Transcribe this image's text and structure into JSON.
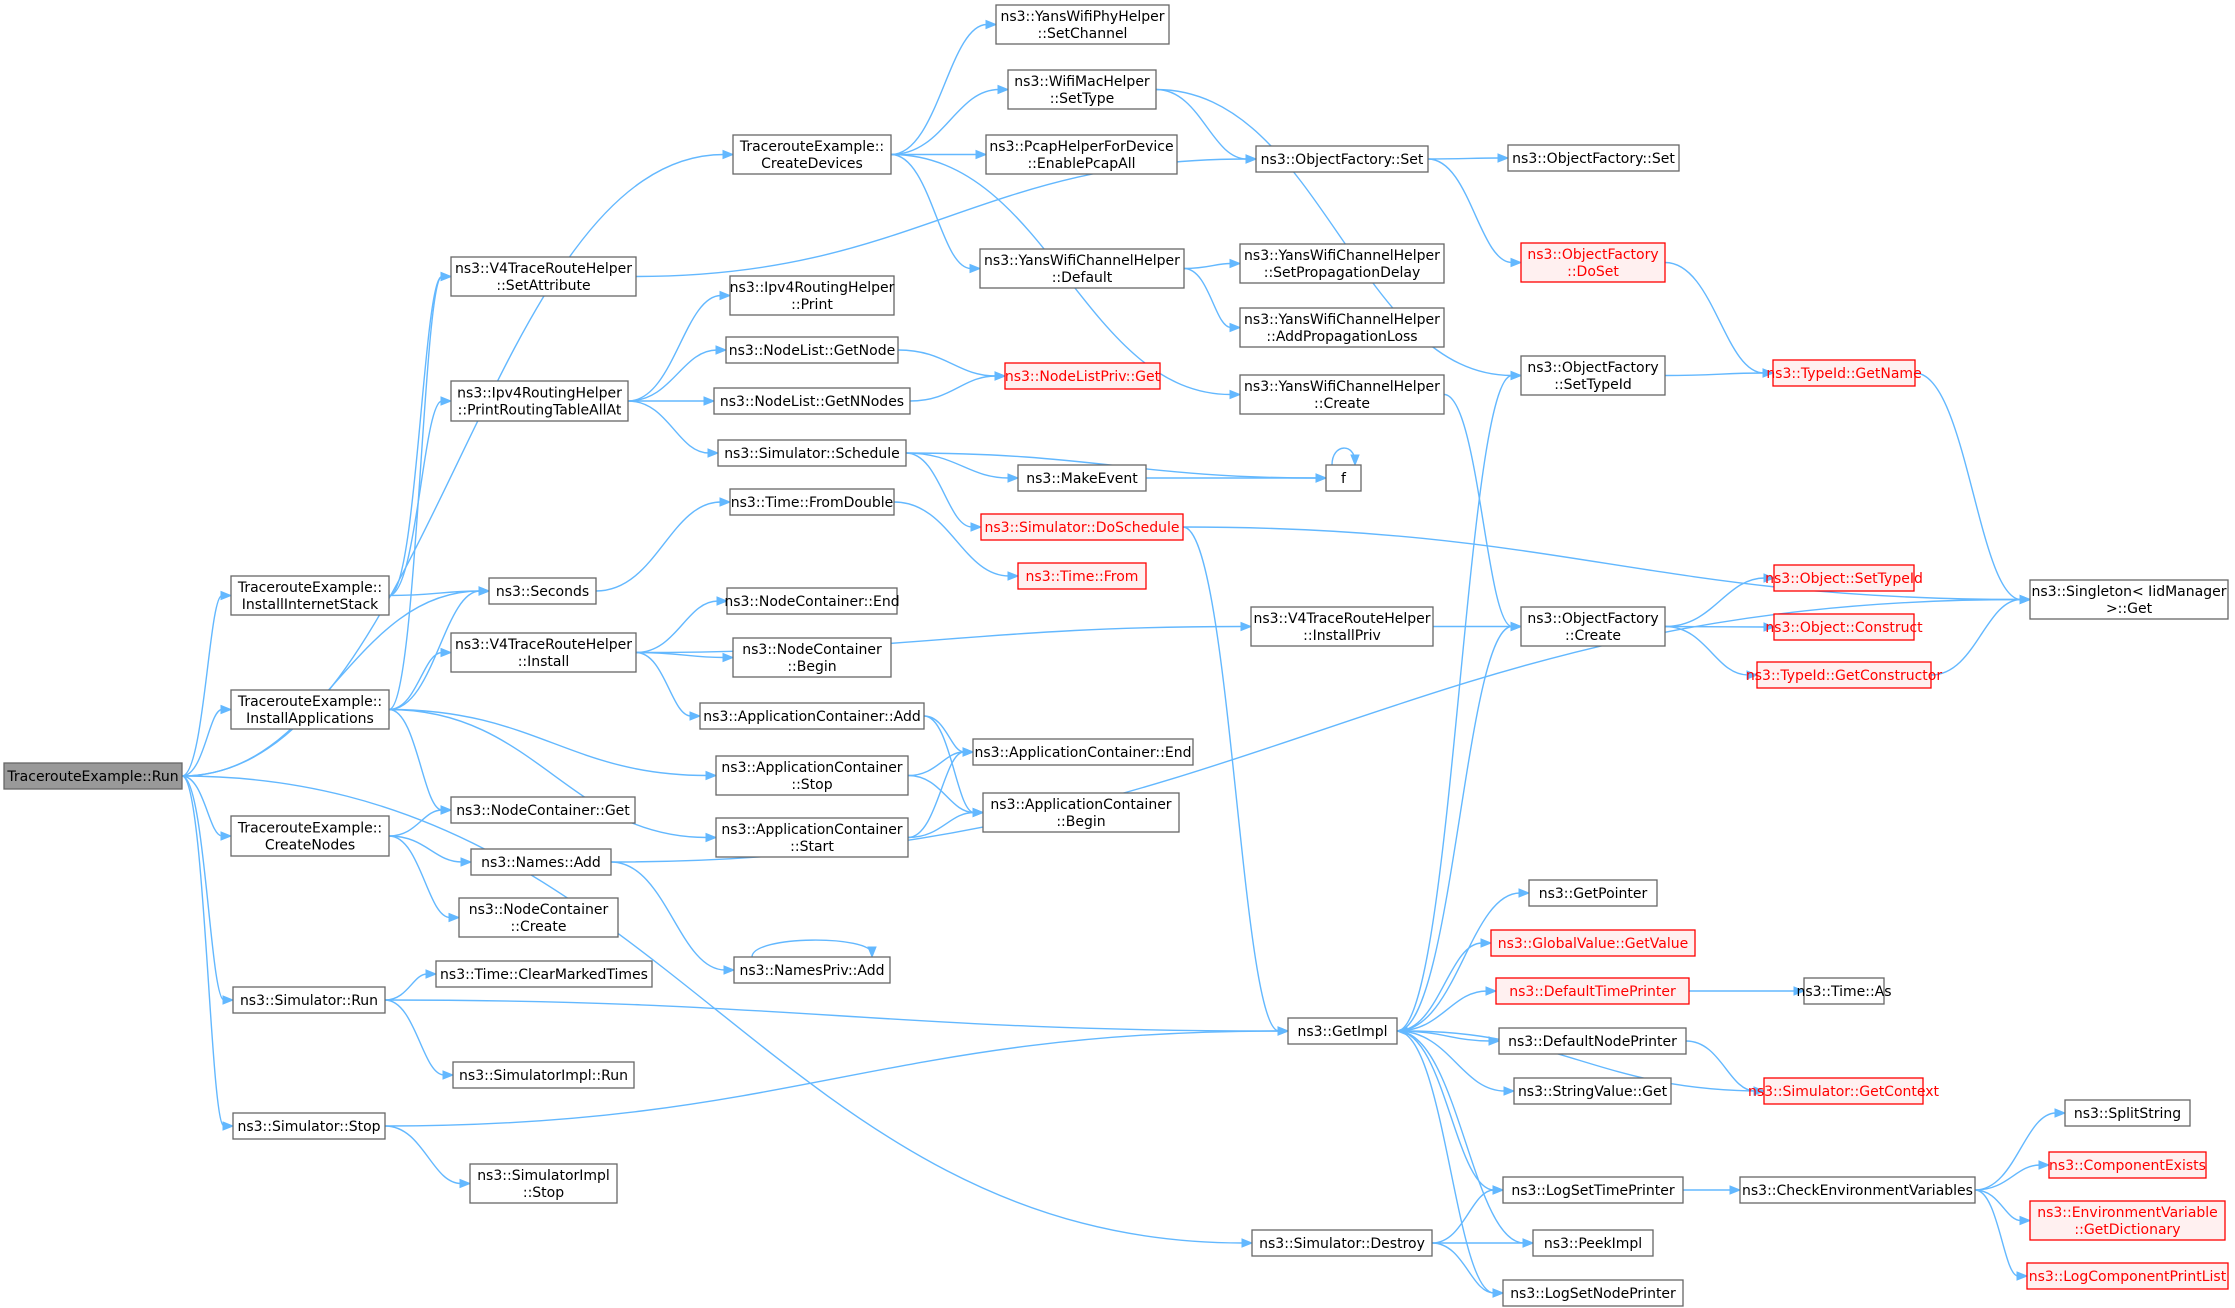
{
  "colors": {
    "edge": "#63b8ff",
    "node_border": "#666666",
    "node_fill": "#ffffff",
    "root_fill": "#999999",
    "truncated_border": "#ff0000",
    "truncated_fill": "#fff0f0",
    "text": "#000000",
    "truncated_text": "#ff0000"
  },
  "nodes": [
    {
      "id": "run",
      "lines": [
        "TracerouteExample::Run"
      ],
      "style": "root"
    },
    {
      "id": "createDevices",
      "lines": [
        "TracerouteExample::",
        "CreateDevices"
      ],
      "style": "normal"
    },
    {
      "id": "installInternetStack",
      "lines": [
        "TracerouteExample::",
        "InstallInternetStack"
      ],
      "style": "normal"
    },
    {
      "id": "installApplications",
      "lines": [
        "TracerouteExample::",
        "InstallApplications"
      ],
      "style": "normal"
    },
    {
      "id": "createNodes",
      "lines": [
        "TracerouteExample::",
        "CreateNodes"
      ],
      "style": "normal"
    },
    {
      "id": "simRun",
      "lines": [
        "ns3::Simulator::Run"
      ],
      "style": "normal"
    },
    {
      "id": "simStop",
      "lines": [
        "ns3::Simulator::Stop"
      ],
      "style": "normal"
    },
    {
      "id": "v4SetAttr",
      "lines": [
        "ns3::V4TraceRouteHelper",
        "::SetAttribute"
      ],
      "style": "normal"
    },
    {
      "id": "printRouting",
      "lines": [
        "ns3::Ipv4RoutingHelper",
        "::PrintRoutingTableAllAt"
      ],
      "style": "normal"
    },
    {
      "id": "seconds",
      "lines": [
        "ns3::Seconds"
      ],
      "style": "normal"
    },
    {
      "id": "v4Install",
      "lines": [
        "ns3::V4TraceRouteHelper",
        "::Install"
      ],
      "style": "normal"
    },
    {
      "id": "ncGet",
      "lines": [
        "ns3::NodeContainer::Get"
      ],
      "style": "normal"
    },
    {
      "id": "namesAdd",
      "lines": [
        "ns3::Names::Add"
      ],
      "style": "normal"
    },
    {
      "id": "ncCreate",
      "lines": [
        "ns3::NodeContainer",
        "::Create"
      ],
      "style": "normal"
    },
    {
      "id": "clearMarked",
      "lines": [
        "ns3::Time::ClearMarkedTimes"
      ],
      "style": "normal"
    },
    {
      "id": "simImplRun",
      "lines": [
        "ns3::SimulatorImpl::Run"
      ],
      "style": "normal"
    },
    {
      "id": "simImplStop",
      "lines": [
        "ns3::SimulatorImpl",
        "::Stop"
      ],
      "style": "normal"
    },
    {
      "id": "yansPhy",
      "lines": [
        "ns3::YansWifiPhyHelper",
        "::SetChannel"
      ],
      "style": "normal"
    },
    {
      "id": "wifiMac",
      "lines": [
        "ns3::WifiMacHelper",
        "::SetType"
      ],
      "style": "normal"
    },
    {
      "id": "pcap",
      "lines": [
        "ns3::PcapHelperForDevice",
        "::EnablePcapAll"
      ],
      "style": "normal"
    },
    {
      "id": "yansChDefault",
      "lines": [
        "ns3::YansWifiChannelHelper",
        "::Default"
      ],
      "style": "normal"
    },
    {
      "id": "ipv4Print",
      "lines": [
        "ns3::Ipv4RoutingHelper",
        "::Print"
      ],
      "style": "normal"
    },
    {
      "id": "nlGetNode",
      "lines": [
        "ns3::NodeList::GetNode"
      ],
      "style": "normal"
    },
    {
      "id": "nlGetNNodes",
      "lines": [
        "ns3::NodeList::GetNNodes"
      ],
      "style": "normal"
    },
    {
      "id": "simSchedule",
      "lines": [
        "ns3::Simulator::Schedule"
      ],
      "style": "normal"
    },
    {
      "id": "fromDouble",
      "lines": [
        "ns3::Time::FromDouble"
      ],
      "style": "normal"
    },
    {
      "id": "ncEnd",
      "lines": [
        "ns3::NodeContainer::End"
      ],
      "style": "normal"
    },
    {
      "id": "ncBegin",
      "lines": [
        "ns3::NodeContainer",
        "::Begin"
      ],
      "style": "normal"
    },
    {
      "id": "appAdd",
      "lines": [
        "ns3::ApplicationContainer::Add"
      ],
      "style": "normal"
    },
    {
      "id": "appStop",
      "lines": [
        "ns3::ApplicationContainer",
        "::Stop"
      ],
      "style": "normal"
    },
    {
      "id": "appStart",
      "lines": [
        "ns3::ApplicationContainer",
        "::Start"
      ],
      "style": "normal"
    },
    {
      "id": "namesPrivAdd",
      "lines": [
        "ns3::NamesPriv::Add"
      ],
      "style": "normal"
    },
    {
      "id": "ofSet",
      "lines": [
        "ns3::ObjectFactory::Set"
      ],
      "style": "normal"
    },
    {
      "id": "setPropDelay",
      "lines": [
        "ns3::YansWifiChannelHelper",
        "::SetPropagationDelay"
      ],
      "style": "normal"
    },
    {
      "id": "addPropLoss",
      "lines": [
        "ns3::YansWifiChannelHelper",
        "::AddPropagationLoss"
      ],
      "style": "normal"
    },
    {
      "id": "yansChCreate",
      "lines": [
        "ns3::YansWifiChannelHelper",
        "::Create"
      ],
      "style": "normal"
    },
    {
      "id": "nlPrivGet",
      "lines": [
        "ns3::NodeListPriv::Get"
      ],
      "style": "truncated"
    },
    {
      "id": "makeEvent",
      "lines": [
        "ns3::MakeEvent"
      ],
      "style": "normal"
    },
    {
      "id": "f",
      "lines": [
        "f"
      ],
      "style": "normal"
    },
    {
      "id": "doSchedule",
      "lines": [
        "ns3::Simulator::DoSchedule"
      ],
      "style": "truncated"
    },
    {
      "id": "timeFrom",
      "lines": [
        "ns3::Time::From"
      ],
      "style": "truncated"
    },
    {
      "id": "installPriv",
      "lines": [
        "ns3::V4TraceRouteHelper",
        "::InstallPriv"
      ],
      "style": "normal"
    },
    {
      "id": "appEnd",
      "lines": [
        "ns3::ApplicationContainer::End"
      ],
      "style": "normal"
    },
    {
      "id": "appBegin",
      "lines": [
        "ns3::ApplicationContainer",
        "::Begin"
      ],
      "style": "normal"
    },
    {
      "id": "getImpl",
      "lines": [
        "ns3::GetImpl"
      ],
      "style": "normal"
    },
    {
      "id": "simDestroy",
      "lines": [
        "ns3::Simulator::Destroy"
      ],
      "style": "normal"
    },
    {
      "id": "ofSet2",
      "lines": [
        "ns3::ObjectFactory::Set"
      ],
      "style": "normal"
    },
    {
      "id": "ofDoSet",
      "lines": [
        "ns3::ObjectFactory",
        "::DoSet"
      ],
      "style": "truncated"
    },
    {
      "id": "ofSetTypeId",
      "lines": [
        "ns3::ObjectFactory",
        "::SetTypeId"
      ],
      "style": "normal"
    },
    {
      "id": "ofCreate",
      "lines": [
        "ns3::ObjectFactory",
        "::Create"
      ],
      "style": "normal"
    },
    {
      "id": "getPointer",
      "lines": [
        "ns3::GetPointer"
      ],
      "style": "normal"
    },
    {
      "id": "gvGetValue",
      "lines": [
        "ns3::GlobalValue::GetValue"
      ],
      "style": "truncated"
    },
    {
      "id": "defTimePrinter",
      "lines": [
        "ns3::DefaultTimePrinter"
      ],
      "style": "truncated"
    },
    {
      "id": "defNodePrinter",
      "lines": [
        "ns3::DefaultNodePrinter"
      ],
      "style": "normal"
    },
    {
      "id": "svGet",
      "lines": [
        "ns3::StringValue::Get"
      ],
      "style": "normal"
    },
    {
      "id": "logSetTime",
      "lines": [
        "ns3::LogSetTimePrinter"
      ],
      "style": "normal"
    },
    {
      "id": "peekImpl",
      "lines": [
        "ns3::PeekImpl"
      ],
      "style": "normal"
    },
    {
      "id": "logSetNode",
      "lines": [
        "ns3::LogSetNodePrinter"
      ],
      "style": "normal"
    },
    {
      "id": "tidGetName",
      "lines": [
        "ns3::TypeId::GetName"
      ],
      "style": "truncated"
    },
    {
      "id": "objSetTypeId",
      "lines": [
        "ns3::Object::SetTypeId"
      ],
      "style": "truncated"
    },
    {
      "id": "objConstruct",
      "lines": [
        "ns3::Object::Construct"
      ],
      "style": "truncated"
    },
    {
      "id": "tidGetCtor",
      "lines": [
        "ns3::TypeId::GetConstructor"
      ],
      "style": "truncated"
    },
    {
      "id": "timeAs",
      "lines": [
        "ns3::Time::As"
      ],
      "style": "normal"
    },
    {
      "id": "simGetContext",
      "lines": [
        "ns3::Simulator::GetContext"
      ],
      "style": "truncated"
    },
    {
      "id": "checkEnv",
      "lines": [
        "ns3::CheckEnvironmentVariables"
      ],
      "style": "normal"
    },
    {
      "id": "singletonGet",
      "lines": [
        "ns3::Singleton< IidManager",
        " >::Get"
      ],
      "style": "normal"
    },
    {
      "id": "splitString",
      "lines": [
        "ns3::SplitString"
      ],
      "style": "normal"
    },
    {
      "id": "compExists",
      "lines": [
        "ns3::ComponentExists"
      ],
      "style": "truncated"
    },
    {
      "id": "envGetDict",
      "lines": [
        "ns3::EnvironmentVariable",
        "::GetDictionary"
      ],
      "style": "truncated"
    },
    {
      "id": "logCompPrint",
      "lines": [
        "ns3::LogComponentPrintList"
      ],
      "style": "truncated"
    }
  ],
  "edges": [
    [
      "run",
      "createDevices"
    ],
    [
      "run",
      "installInternetStack"
    ],
    [
      "run",
      "seconds"
    ],
    [
      "run",
      "installApplications"
    ],
    [
      "run",
      "createNodes"
    ],
    [
      "run",
      "simRun"
    ],
    [
      "run",
      "simStop"
    ],
    [
      "run",
      "simDestroy"
    ],
    [
      "createDevices",
      "yansPhy"
    ],
    [
      "createDevices",
      "wifiMac"
    ],
    [
      "createDevices",
      "pcap"
    ],
    [
      "createDevices",
      "yansChDefault"
    ],
    [
      "createDevices",
      "yansChCreate"
    ],
    [
      "installInternetStack",
      "v4SetAttr"
    ],
    [
      "installInternetStack",
      "printRouting"
    ],
    [
      "installInternetStack",
      "seconds"
    ],
    [
      "installApplications",
      "v4SetAttr"
    ],
    [
      "installApplications",
      "seconds"
    ],
    [
      "installApplications",
      "v4Install"
    ],
    [
      "installApplications",
      "ncGet"
    ],
    [
      "installApplications",
      "appStop"
    ],
    [
      "installApplications",
      "appStart"
    ],
    [
      "createNodes",
      "ncGet"
    ],
    [
      "createNodes",
      "namesAdd"
    ],
    [
      "createNodes",
      "ncCreate"
    ],
    [
      "simRun",
      "clearMarked"
    ],
    [
      "simRun",
      "getImpl"
    ],
    [
      "simRun",
      "simImplRun"
    ],
    [
      "simStop",
      "getImpl"
    ],
    [
      "simStop",
      "simImplStop"
    ],
    [
      "v4SetAttr",
      "ofSet"
    ],
    [
      "printRouting",
      "ipv4Print"
    ],
    [
      "printRouting",
      "nlGetNode"
    ],
    [
      "printRouting",
      "nlGetNNodes"
    ],
    [
      "printRouting",
      "simSchedule"
    ],
    [
      "seconds",
      "fromDouble"
    ],
    [
      "v4Install",
      "installPriv"
    ],
    [
      "v4Install",
      "ncEnd"
    ],
    [
      "v4Install",
      "ncBegin"
    ],
    [
      "v4Install",
      "appAdd"
    ],
    [
      "namesAdd",
      "namesPrivAdd"
    ],
    [
      "namesAdd",
      "singletonGet"
    ],
    [
      "wifiMac",
      "ofSet"
    ],
    [
      "wifiMac",
      "ofSetTypeId"
    ],
    [
      "yansChDefault",
      "setPropDelay"
    ],
    [
      "yansChDefault",
      "addPropLoss"
    ],
    [
      "nlGetNode",
      "nlPrivGet"
    ],
    [
      "nlGetNNodes",
      "nlPrivGet"
    ],
    [
      "simSchedule",
      "makeEvent"
    ],
    [
      "simSchedule",
      "f"
    ],
    [
      "simSchedule",
      "doSchedule"
    ],
    [
      "fromDouble",
      "timeFrom"
    ],
    [
      "appAdd",
      "appEnd"
    ],
    [
      "appAdd",
      "appBegin"
    ],
    [
      "appStop",
      "appEnd"
    ],
    [
      "appStop",
      "appBegin"
    ],
    [
      "appStart",
      "appEnd"
    ],
    [
      "appStart",
      "appBegin"
    ],
    [
      "namesPrivAdd",
      "namesPrivAdd"
    ],
    [
      "ofSet",
      "ofSet2"
    ],
    [
      "ofSet",
      "ofDoSet"
    ],
    [
      "yansChCreate",
      "ofCreate"
    ],
    [
      "makeEvent",
      "f"
    ],
    [
      "f",
      "f"
    ],
    [
      "doSchedule",
      "getImpl"
    ],
    [
      "doSchedule",
      "singletonGet"
    ],
    [
      "installPriv",
      "ofCreate"
    ],
    [
      "getImpl",
      "ofSetTypeId"
    ],
    [
      "getImpl",
      "ofCreate"
    ],
    [
      "getImpl",
      "getPointer"
    ],
    [
      "getImpl",
      "gvGetValue"
    ],
    [
      "getImpl",
      "defTimePrinter"
    ],
    [
      "getImpl",
      "defNodePrinter"
    ],
    [
      "getImpl",
      "svGet"
    ],
    [
      "getImpl",
      "logSetTime"
    ],
    [
      "getImpl",
      "peekImpl"
    ],
    [
      "getImpl",
      "logSetNode"
    ],
    [
      "simDestroy",
      "logSetTime"
    ],
    [
      "simDestroy",
      "peekImpl"
    ],
    [
      "simDestroy",
      "logSetNode"
    ],
    [
      "ofDoSet",
      "tidGetName"
    ],
    [
      "ofSetTypeId",
      "tidGetName"
    ],
    [
      "ofCreate",
      "objSetTypeId"
    ],
    [
      "ofCreate",
      "objConstruct"
    ],
    [
      "ofCreate",
      "tidGetCtor"
    ],
    [
      "defTimePrinter",
      "timeAs"
    ],
    [
      "defNodePrinter",
      "simGetContext"
    ],
    [
      "simGetContext",
      "getImpl"
    ],
    [
      "logSetTime",
      "checkEnv"
    ],
    [
      "tidGetName",
      "singletonGet"
    ],
    [
      "tidGetCtor",
      "singletonGet"
    ],
    [
      "checkEnv",
      "splitString"
    ],
    [
      "checkEnv",
      "compExists"
    ],
    [
      "checkEnv",
      "envGetDict"
    ],
    [
      "checkEnv",
      "logCompPrint"
    ]
  ]
}
